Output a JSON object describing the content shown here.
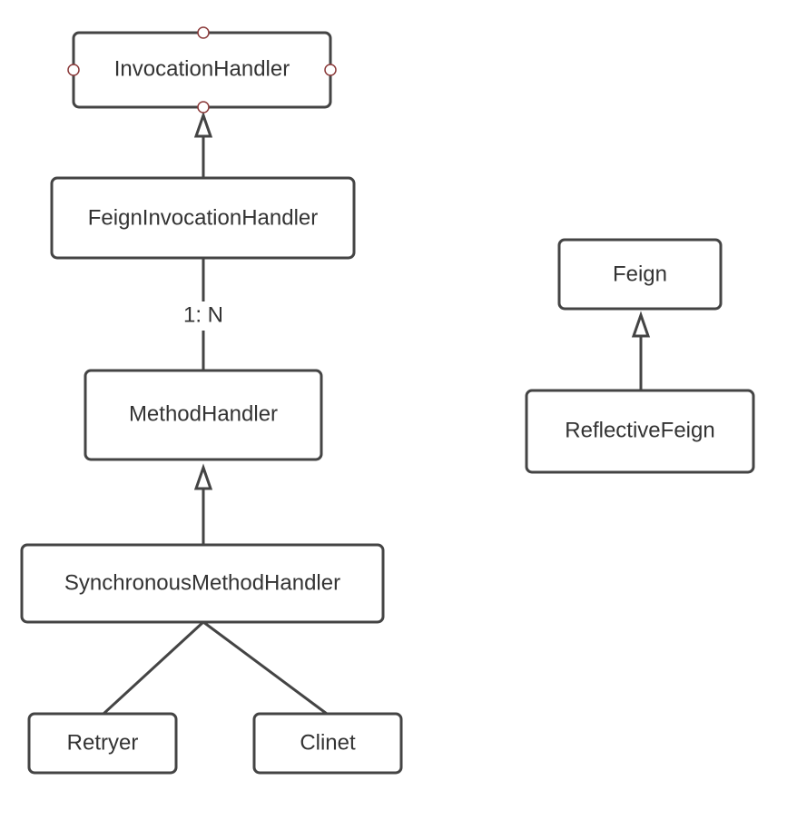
{
  "diagram": {
    "nodes": {
      "invocation_handler": "InvocationHandler",
      "feign_invocation_handler": "FeignInvocationHandler",
      "method_handler": "MethodHandler",
      "synchronous_method_handler": "SynchronousMethodHandler",
      "retryer": "Retryer",
      "clinet": "Clinet",
      "feign": "Feign",
      "reflective_feign": "ReflectiveFeign"
    },
    "edges": {
      "feign_to_method_multiplicity": "1: N"
    }
  }
}
